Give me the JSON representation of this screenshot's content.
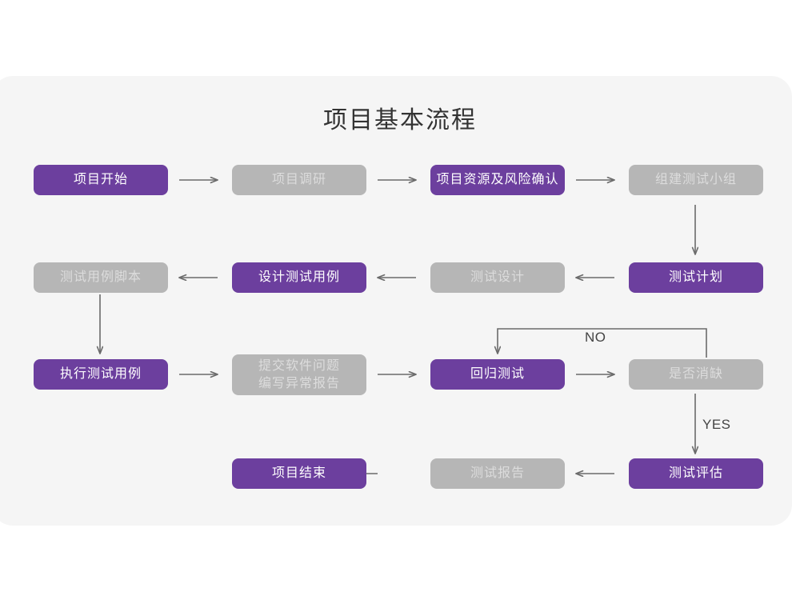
{
  "card": {
    "background_color": "#f5f5f5"
  },
  "title": "项目基本流程",
  "colors": {
    "purple": "#6c3f9e",
    "purple_text": "#ffffff",
    "gray": "#b6b6b6",
    "gray_text": "#dcdcdc",
    "arrow": "#6b6b6b",
    "title_text": "#333333",
    "page_background": "#ffffff"
  },
  "nodes": [
    {
      "id": "n1",
      "label": "项目开始",
      "style": "purple",
      "row": 1,
      "col": 1
    },
    {
      "id": "n2",
      "label": "项目调研",
      "style": "gray",
      "row": 1,
      "col": 2
    },
    {
      "id": "n3",
      "label": "项目资源及风险确认",
      "style": "purple",
      "row": 1,
      "col": 3
    },
    {
      "id": "n4",
      "label": "组建测试小组",
      "style": "gray",
      "row": 1,
      "col": 4
    },
    {
      "id": "n5",
      "label": "测试用例脚本",
      "style": "gray",
      "row": 2,
      "col": 1
    },
    {
      "id": "n6",
      "label": "设计测试用例",
      "style": "purple",
      "row": 2,
      "col": 2
    },
    {
      "id": "n7",
      "label": "测试设计",
      "style": "gray",
      "row": 2,
      "col": 3
    },
    {
      "id": "n8",
      "label": "测试计划",
      "style": "purple",
      "row": 2,
      "col": 4
    },
    {
      "id": "n9",
      "label": "执行测试用例",
      "style": "purple",
      "row": 3,
      "col": 1
    },
    {
      "id": "n10",
      "label": "提交软件问题\n编写异常报告",
      "style": "gray",
      "row": 3,
      "col": 2
    },
    {
      "id": "n11",
      "label": "回归测试",
      "style": "purple",
      "row": 3,
      "col": 3
    },
    {
      "id": "n12",
      "label": "是否消缺",
      "style": "gray",
      "row": 3,
      "col": 4
    },
    {
      "id": "n13",
      "label": "项目结束",
      "style": "purple",
      "row": 4,
      "col": 2
    },
    {
      "id": "n14",
      "label": "测试报告",
      "style": "gray",
      "row": 4,
      "col": 3
    },
    {
      "id": "n15",
      "label": "测试评估",
      "style": "purple",
      "row": 4,
      "col": 4
    }
  ],
  "edges": [
    {
      "from": "n1",
      "to": "n2",
      "direction": "right",
      "label": ""
    },
    {
      "from": "n2",
      "to": "n3",
      "direction": "right",
      "label": ""
    },
    {
      "from": "n3",
      "to": "n4",
      "direction": "right",
      "label": ""
    },
    {
      "from": "n4",
      "to": "n8",
      "direction": "down",
      "label": ""
    },
    {
      "from": "n8",
      "to": "n7",
      "direction": "left",
      "label": ""
    },
    {
      "from": "n7",
      "to": "n6",
      "direction": "left",
      "label": ""
    },
    {
      "from": "n6",
      "to": "n5",
      "direction": "left",
      "label": ""
    },
    {
      "from": "n5",
      "to": "n9",
      "direction": "down",
      "label": ""
    },
    {
      "from": "n9",
      "to": "n10",
      "direction": "right",
      "label": ""
    },
    {
      "from": "n10",
      "to": "n11",
      "direction": "right",
      "label": ""
    },
    {
      "from": "n11",
      "to": "n12",
      "direction": "right",
      "label": ""
    },
    {
      "from": "n12",
      "to": "n11",
      "direction": "loop-up-left",
      "label": "NO"
    },
    {
      "from": "n12",
      "to": "n15",
      "direction": "down",
      "label": "YES"
    },
    {
      "from": "n15",
      "to": "n14",
      "direction": "left",
      "label": ""
    },
    {
      "from": "n14",
      "to": "n13",
      "direction": "left",
      "label": ""
    }
  ],
  "edge_labels": {
    "no": "NO",
    "yes": "YES"
  }
}
